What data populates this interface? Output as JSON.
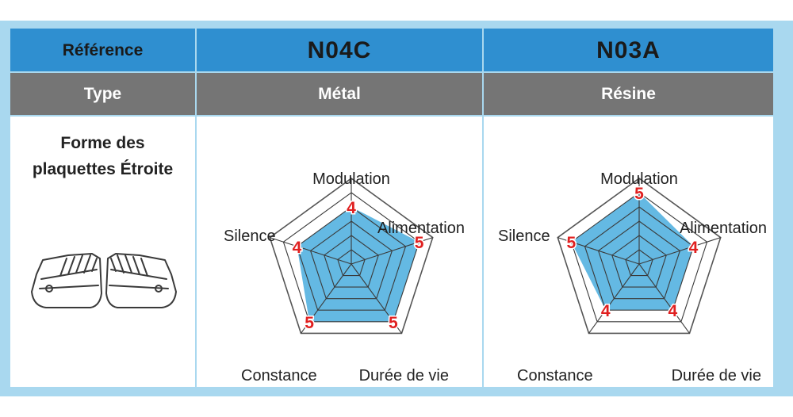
{
  "header": {
    "reference_label": "Référence",
    "type_label": "Type",
    "shape_label_line1": "Forme des",
    "shape_label_line2": "plaquettes Étroite"
  },
  "products": [
    {
      "reference": "N04C",
      "type": "Métal"
    },
    {
      "reference": "N03A",
      "type": "Résine"
    }
  ],
  "colors": {
    "header_blue": "#2f8fd0",
    "header_grey": "#757575",
    "frame_blue": "#a9d8ef",
    "radar_fill": "#64b9e3",
    "value_red": "#e02020"
  },
  "chart_data": [
    {
      "type": "radar",
      "title": "N04C",
      "axes": [
        "Modulation",
        "Alimentation",
        "Durée de vie",
        "Constance",
        "Silence"
      ],
      "values": [
        4,
        5,
        5,
        5,
        4
      ],
      "range": [
        0,
        6
      ]
    },
    {
      "type": "radar",
      "title": "N03A",
      "axes": [
        "Modulation",
        "Alimentation",
        "Durée de vie",
        "Constance",
        "Silence"
      ],
      "values": [
        5,
        4,
        4,
        4,
        5
      ],
      "range": [
        0,
        6
      ]
    }
  ]
}
